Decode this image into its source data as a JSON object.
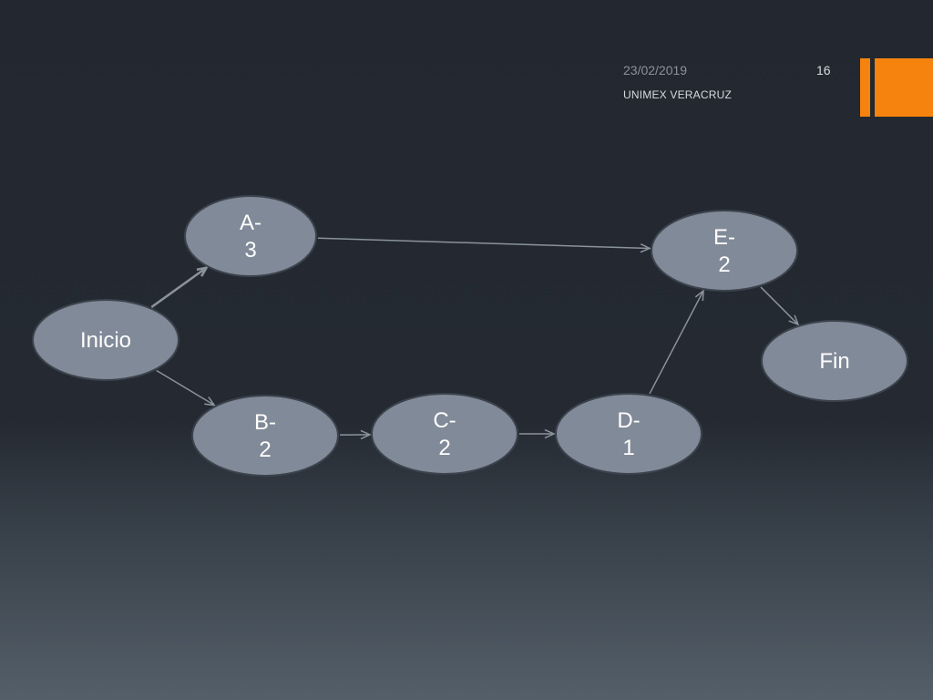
{
  "header": {
    "date": "23/02/2019",
    "page_number": "16",
    "organization": "UNIMEX VERACRUZ"
  },
  "colors": {
    "accent": "#f7830f",
    "node_fill": "#818a98",
    "node_stroke": "#3c434d",
    "edge": "#8a929c",
    "label": "#ffffff"
  },
  "diagram": {
    "nodes": [
      {
        "id": "inicio",
        "lines": [
          "Inicio"
        ]
      },
      {
        "id": "a",
        "lines": [
          "A-",
          "3"
        ]
      },
      {
        "id": "b",
        "lines": [
          "B-",
          "2"
        ]
      },
      {
        "id": "c",
        "lines": [
          "C-",
          "2"
        ]
      },
      {
        "id": "d",
        "lines": [
          "D-",
          "1"
        ]
      },
      {
        "id": "e",
        "lines": [
          "E-",
          "2"
        ]
      },
      {
        "id": "fin",
        "lines": [
          "Fin"
        ]
      }
    ],
    "edges": [
      {
        "from": "inicio",
        "to": "a"
      },
      {
        "from": "inicio",
        "to": "b"
      },
      {
        "from": "a",
        "to": "e"
      },
      {
        "from": "b",
        "to": "c"
      },
      {
        "from": "c",
        "to": "d"
      },
      {
        "from": "d",
        "to": "e"
      },
      {
        "from": "e",
        "to": "fin"
      }
    ]
  }
}
